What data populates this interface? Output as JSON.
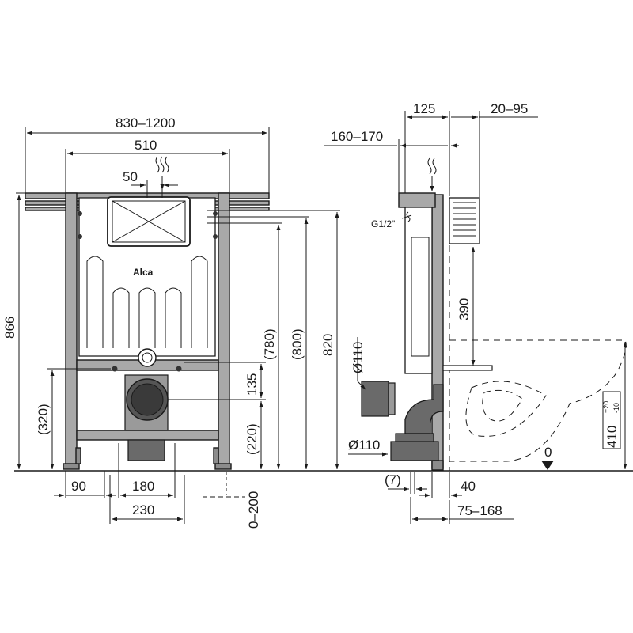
{
  "dimensions": {
    "overall_width": "830–1200",
    "frame_width": "510",
    "button_offset": "50",
    "total_height": "866",
    "height_320": "(320)",
    "width_90": "90",
    "width_180": "180",
    "width_230": "230",
    "height_780": "(780)",
    "height_800": "(800)",
    "height_820": "820",
    "height_135": "135",
    "height_220": "(220)",
    "floor_adjust": "0–200",
    "depth_125": "125",
    "depth_20_95": "20–95",
    "depth_160_170": "160–170",
    "thread": "G1/2\"",
    "diameter_110_top": "Ø110",
    "diameter_110_bottom": "Ø110",
    "height_390": "390",
    "bowl_height": "410",
    "bowl_tol_plus": "+20",
    "bowl_tol_minus": "-10",
    "zero_level": "0",
    "gap_7": "(7)",
    "depth_40": "40",
    "depth_75_168": "75–168"
  },
  "brand": {
    "logo_text": "Alca"
  },
  "icons": [
    "water-inlet-icon",
    "cistern-button-plate"
  ]
}
